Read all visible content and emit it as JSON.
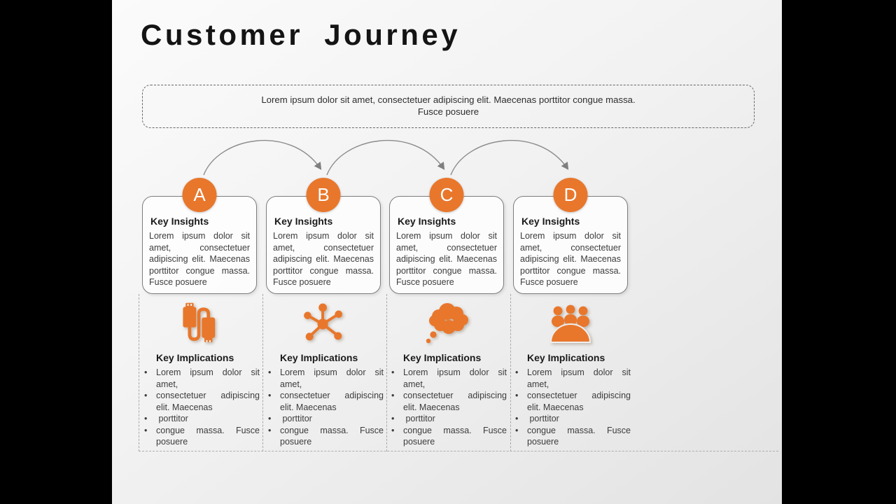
{
  "slide": {
    "title": "Customer Journey",
    "intro": {
      "line1": "Lorem ipsum dolor sit amet, consectetuer adipiscing elit. Maecenas porttitor congue massa.",
      "line2": "Fusce posuere"
    },
    "columns": [
      {
        "letter": "A",
        "icon": "usb-cable",
        "insights": {
          "title": "Key Insights",
          "body": "Lorem ipsum dolor sit amet, consectetuer adipiscing elit. Maecenas porttitor congue massa. Fusce posuere"
        },
        "implications": {
          "title": "Key Implications",
          "bullets": [
            "Lorem ipsum dolor sit amet,",
            "consectetuer adipiscing elit. Maecenas",
            " porttitor",
            "congue massa. Fusce posuere"
          ]
        }
      },
      {
        "letter": "B",
        "icon": "molecule",
        "insights": {
          "title": "Key Insights",
          "body": "Lorem ipsum dolor sit amet, consectetuer adipiscing elit. Maecenas porttitor congue massa. Fusce posuere"
        },
        "implications": {
          "title": "Key Implications",
          "bullets": [
            "Lorem ipsum dolor sit amet,",
            "consectetuer adipiscing elit. Maecenas",
            " porttitor",
            "congue massa. Fusce posuere"
          ]
        }
      },
      {
        "letter": "C",
        "icon": "thought-cloud",
        "insights": {
          "title": "Key Insights",
          "body": "Lorem ipsum dolor sit amet, consectetuer adipiscing elit. Maecenas porttitor congue massa. Fusce posuere"
        },
        "implications": {
          "title": "Key Implications",
          "bullets": [
            "Lorem ipsum dolor sit amet,",
            "consectetuer adipiscing elit. Maecenas",
            " porttitor",
            "congue massa. Fusce posuere"
          ]
        }
      },
      {
        "letter": "D",
        "icon": "meeting-audience",
        "insights": {
          "title": "Key Insights",
          "body": "Lorem ipsum dolor sit amet, consectetuer adipiscing elit. Maecenas porttitor congue massa. Fusce posuere"
        },
        "implications": {
          "title": "Key Implications",
          "bullets": [
            "Lorem ipsum dolor sit amet,",
            "consectetuer adipiscing elit. Maecenas",
            " porttitor",
            "congue massa. Fusce posuere"
          ]
        }
      }
    ],
    "colors": {
      "accent_orange": "#E8772C",
      "arrow_gray": "#8c8c8c",
      "card_border_gray": "#7d7d7d",
      "dash_gray": "#a9a9a9",
      "title_color": "#141414",
      "letterbox": "#000000"
    }
  }
}
